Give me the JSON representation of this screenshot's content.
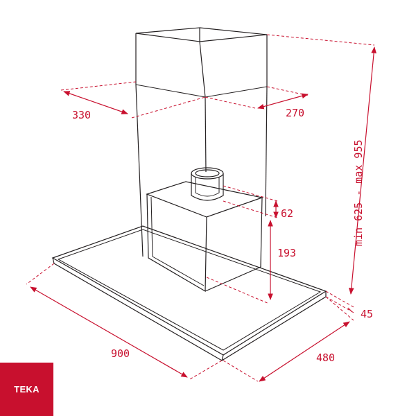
{
  "brand": {
    "name": "TEKA",
    "color": "#c8102e"
  },
  "dimensions": {
    "chimney_width": "330",
    "chimney_depth": "270",
    "height_range": "min 625 - max 955",
    "outlet_height": "62",
    "motor_height": "193",
    "canopy_thickness": "45",
    "canopy_width": "900",
    "canopy_depth": "480"
  },
  "colors": {
    "dimension": "#c8102e",
    "outline": "#231f20"
  }
}
